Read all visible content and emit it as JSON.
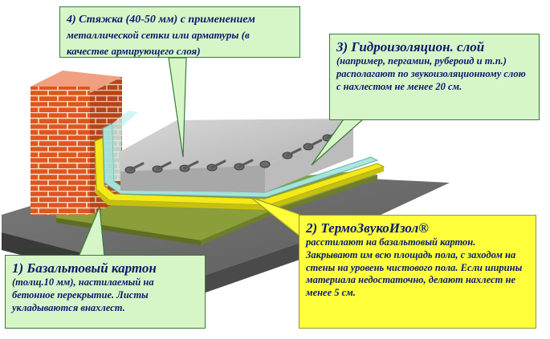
{
  "colors": {
    "brick": "#e0561e",
    "mortar": "#f4e1d0",
    "concrete_slab": "#5a5a5a",
    "basalt_board": "#8a9e3a",
    "termo_layer": "#f2ea1a",
    "waterproof": "#a7e6e0",
    "screed": "#c6c6c6",
    "callout_green": "#d6f6c8",
    "callout_yellow": "#ffff3c"
  },
  "callouts": {
    "c4": {
      "title": "4) Стяжка (40-50 мм) с применением",
      "text": "металлической сетки или арматуры (в качестве армирующего слоя)"
    },
    "c3": {
      "title": "3) Гидроизоляцион. слой",
      "text": "(например, пергамин, рубероид и т.п.) располагают по звукоизоляционному слою с нахлестом не менее 20 см."
    },
    "c2": {
      "title": "2) ТермоЗвукоИзол®",
      "text": "расстилают на базальтовый картон. Закрывают им всю площадь пола, с заходом на стены на уровень чистового пола. Если ширины материала недостаточно, делают нахлест не менее 5 см."
    },
    "c1": {
      "title": "1) Базальтовый картон",
      "text": "(толщ.10 мм), настилаемый на бетонное перекрытие. Листы укладываются внахлест."
    }
  }
}
